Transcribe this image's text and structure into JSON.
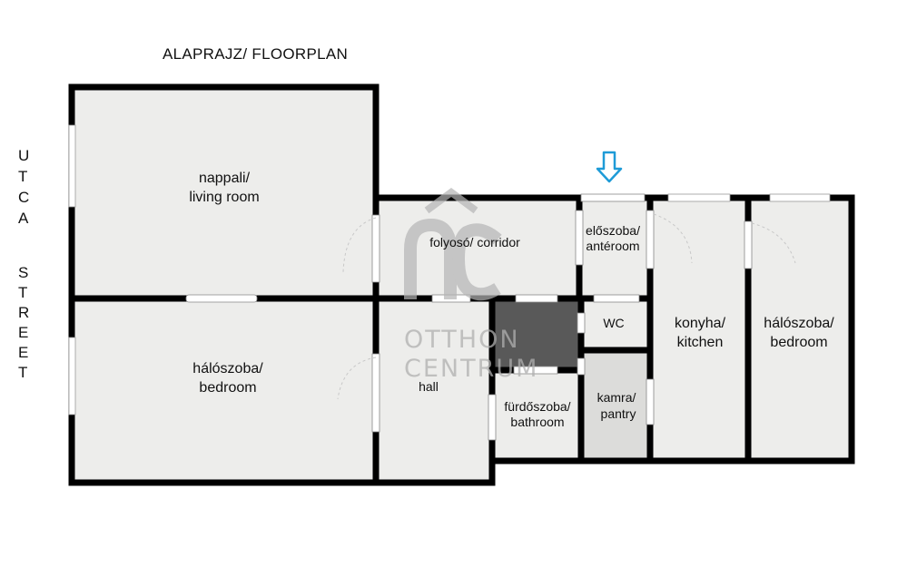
{
  "title": "ALAPRAJZ/ FLOORPLAN",
  "street_label": {
    "top": [
      "U",
      "T",
      "C",
      "A"
    ],
    "bottom": [
      "S",
      "T",
      "R",
      "E",
      "E",
      "T"
    ]
  },
  "rooms": {
    "living_room": [
      "nappali/",
      "living room"
    ],
    "bedroom_left": [
      "hálószoba/",
      "bedroom"
    ],
    "corridor": [
      "folyosó/ corridor"
    ],
    "hall": [
      "hall"
    ],
    "anteroom": [
      "előszoba/",
      "antéroom"
    ],
    "wc": [
      "WC"
    ],
    "bathroom": [
      "fürdőszoba/",
      "bathroom"
    ],
    "pantry": [
      "kamra/",
      "pantry"
    ],
    "kitchen": [
      "konyha/",
      "kitchen"
    ],
    "bedroom_right": [
      "hálószoba/",
      "bedroom"
    ]
  },
  "watermark": {
    "logo_text": [
      "OTTHON",
      "CENTRUM"
    ]
  },
  "colors": {
    "wall": "#000000",
    "floor": "#ededeb",
    "pantry_floor": "#dcdcda",
    "shaft": "#595959",
    "entrance_arrow": "#1e9bd7",
    "window": "#ffffff"
  },
  "icons": {
    "entrance": "down-arrow-icon"
  }
}
